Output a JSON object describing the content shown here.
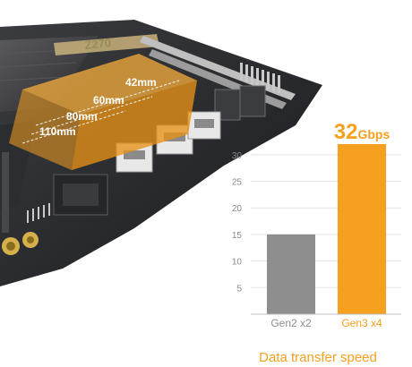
{
  "board": {
    "logo_text": "Z270",
    "m2_lengths": [
      "42mm",
      "60mm",
      "80mm",
      "110mm"
    ]
  },
  "chart_data": {
    "type": "bar",
    "categories": [
      "Gen2 x2",
      "Gen3 x4"
    ],
    "values": [
      15,
      32
    ],
    "ylim": [
      0,
      33
    ],
    "yticks": [
      5,
      10,
      15,
      20,
      25,
      30
    ],
    "grid": true,
    "bar_colors": [
      "#8e8e8e",
      "#f5a01f"
    ],
    "label_colors": [
      "#8e8e8e",
      "#f5a01f"
    ],
    "annotation": {
      "value": "32",
      "unit": "Gbps",
      "color": "#f5a01f"
    },
    "caption": "Data transfer speed"
  }
}
